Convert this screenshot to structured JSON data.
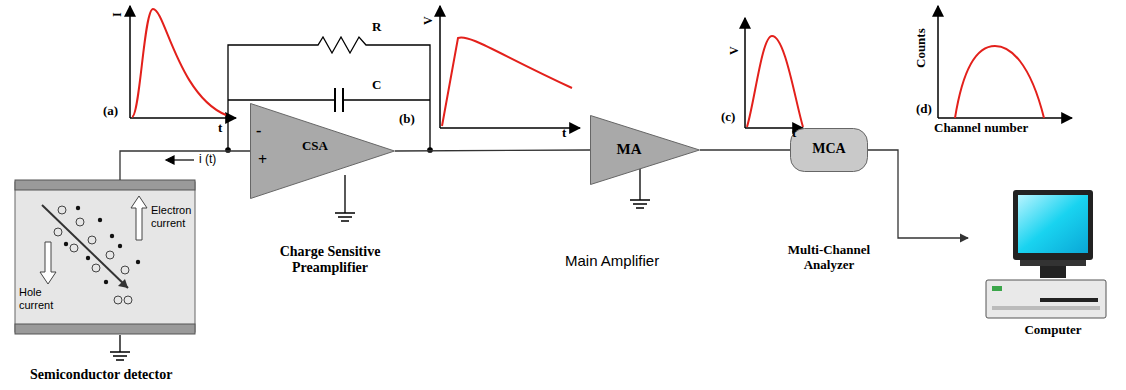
{
  "diagram": {
    "nodes": [
      {
        "text": [
          "Electron current",
          "Hole current",
          "Semiconductor detector"
        ]
      },
      {
        "text": [
          "CSA",
          "Charge Sensitive Preamplifier"
        ]
      },
      {
        "text": [
          "MA",
          "Main Amplifier"
        ]
      },
      {
        "text": [
          "MCA",
          "Multi-Channel Analyzer"
        ]
      },
      {
        "text": [
          "Computer"
        ]
      }
    ],
    "edges": [
      {
        "from": 0,
        "to": 1,
        "arrow": "none",
        "label": "i (t)"
      },
      {
        "from": 1,
        "to": 2,
        "arrow": "none"
      },
      {
        "from": 2,
        "to": 3,
        "arrow": "none"
      },
      {
        "from": 3,
        "to": 4,
        "arrow": "to"
      }
    ],
    "labels": [
      "I",
      "(a)",
      "t",
      "R",
      "C",
      "-",
      "+",
      "V",
      "(b)",
      "t",
      "V",
      "(c)",
      "t",
      "Counts",
      "(d)",
      "Channel number"
    ]
  }
}
